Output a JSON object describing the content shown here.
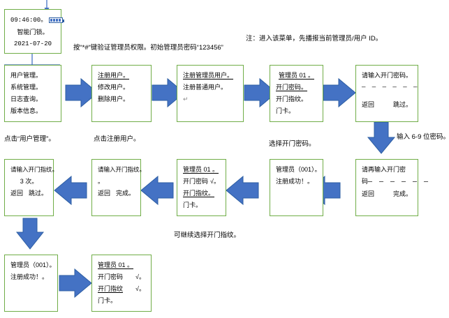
{
  "diagram": {
    "title_note_left": "按“*#“键验证管理员权限。初始管理员密码“123456”",
    "title_note_right": "注：进入该菜单，先播报当前管理员/用户 ID。"
  },
  "screens": {
    "standby": {
      "name": "standby-screen",
      "time": "09:46:00。",
      "device": "智能门锁。",
      "date": "2021-07-20",
      "battery_icon": "battery-icon"
    },
    "main_menu": {
      "name": "main-menu-screen",
      "items": [
        {
          "label": "用户管理。",
          "underline": false
        },
        {
          "label": "系统管理。",
          "underline": false
        },
        {
          "label": "日志查询。",
          "underline": false
        },
        {
          "label": "版本信息。",
          "underline": false
        }
      ]
    },
    "user_menu": {
      "name": "user-management-screen",
      "items": [
        {
          "label": "注册用户。",
          "underline": true
        },
        {
          "label": "修改用户。",
          "underline": false
        },
        {
          "label": "删除用户。",
          "underline": false
        }
      ]
    },
    "register_type": {
      "name": "register-type-screen",
      "items": [
        {
          "label": "注册管理员用户。",
          "underline": true
        },
        {
          "label": "注册普通用户。",
          "underline": false
        },
        {
          "label": "↵",
          "underline": false
        }
      ]
    },
    "admin_credentials": {
      "name": "admin-credential-menu-screen",
      "title": "管理员 01 。",
      "items": [
        {
          "label": "开门密码。",
          "underline": true,
          "check": ""
        },
        {
          "label": "开门指纹。",
          "underline": false,
          "check": ""
        },
        {
          "label": "门卡。",
          "underline": false,
          "check": ""
        }
      ]
    },
    "enter_password": {
      "name": "enter-password-screen",
      "prompt": "请输入开门密码。",
      "dashes": "— — — — — —",
      "back": "返回",
      "skip": "跳过。"
    },
    "confirm_password": {
      "name": "confirm-password-screen",
      "prompt": "请再输入开门密",
      "prompt2": "码",
      "dashes": "— — — — — —",
      "back": "返回",
      "done": "完成。"
    },
    "register_success_1": {
      "name": "register-success-screen-1",
      "line1": "管理员（001）。",
      "line2": "注册成功！。"
    },
    "admin_credentials_pw_done": {
      "name": "admin-credential-menu-password-done-screen",
      "title": "管理员 01 。",
      "items": [
        {
          "label": "开门密码",
          "underline": false,
          "check": "√。"
        },
        {
          "label": "开门指纹。",
          "underline": true,
          "check": ""
        },
        {
          "label": "门卡。",
          "underline": false,
          "check": ""
        }
      ]
    },
    "enter_fingerprint_done": {
      "name": "enter-fingerprint-done-screen",
      "prompt": "请输入开门指纹。",
      "blank": "。",
      "back": "返回",
      "done": "完成。"
    },
    "enter_fingerprint": {
      "name": "enter-fingerprint-screen",
      "prompt": "请输入开门指纹。",
      "times": "3 次。",
      "back": "返回",
      "skip": "跳过。"
    },
    "register_success_2": {
      "name": "register-success-screen-2",
      "line1": "管理员（001）。",
      "line2": "注册成功！。"
    },
    "admin_credentials_both_done": {
      "name": "admin-credential-menu-both-done-screen",
      "title": "管理员 01 。",
      "items": [
        {
          "label": "开门密码",
          "underline": false,
          "check": "√。"
        },
        {
          "label": "开门指纹",
          "underline": true,
          "check": "√。"
        },
        {
          "label": "门卡。",
          "underline": false,
          "check": ""
        }
      ]
    }
  },
  "captions": {
    "click_user_management": "点击“用户管理”。",
    "click_register_user": "点击注册用户。",
    "select_open_password": "选择开门密码。",
    "enter_6_9_digits": "输入 6-9 位密码。",
    "continue_select_fingerprint": "可继续选择开门指纹。"
  },
  "colors": {
    "box_border": "#70AD47",
    "arrow_fill": "#4472C4",
    "arrow_stroke": "#2E5FA3",
    "connector": "#4472C4",
    "text": "#000000"
  }
}
